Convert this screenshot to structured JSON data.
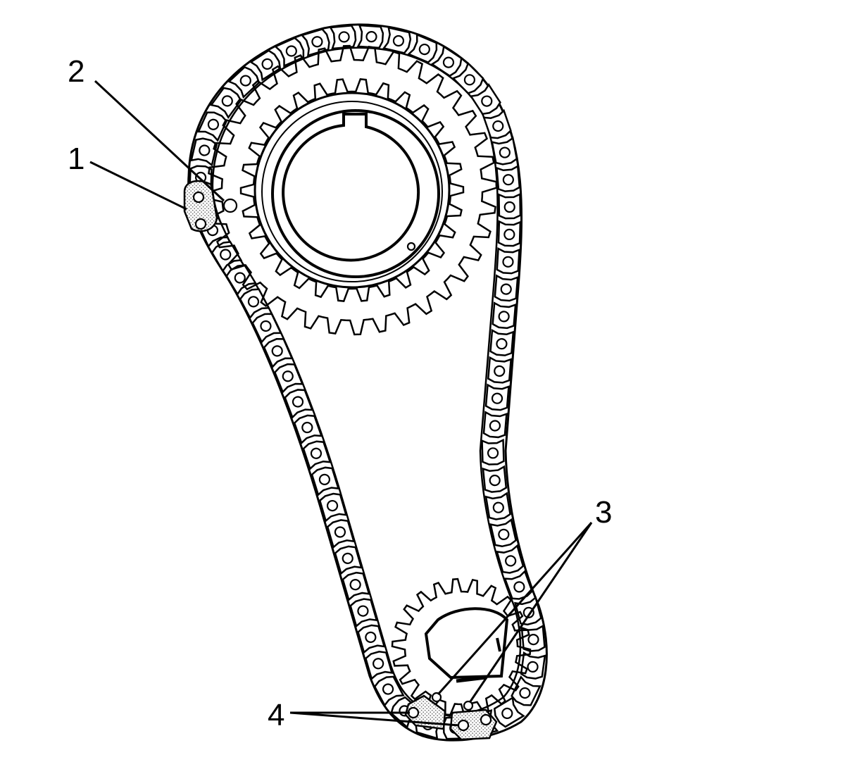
{
  "callouts": [
    {
      "id": "callout-1",
      "label": "1"
    },
    {
      "id": "callout-2",
      "label": "2"
    },
    {
      "id": "callout-3",
      "label": "3"
    },
    {
      "id": "callout-4",
      "label": "4"
    }
  ],
  "parts": {
    "chain": "timing-chain",
    "camshaft_sprocket": "camshaft-sprocket",
    "crankshaft_sprocket": "crankshaft-sprocket"
  },
  "colors": {
    "ink": "#000000",
    "background": "#ffffff",
    "shading": "#888888"
  }
}
